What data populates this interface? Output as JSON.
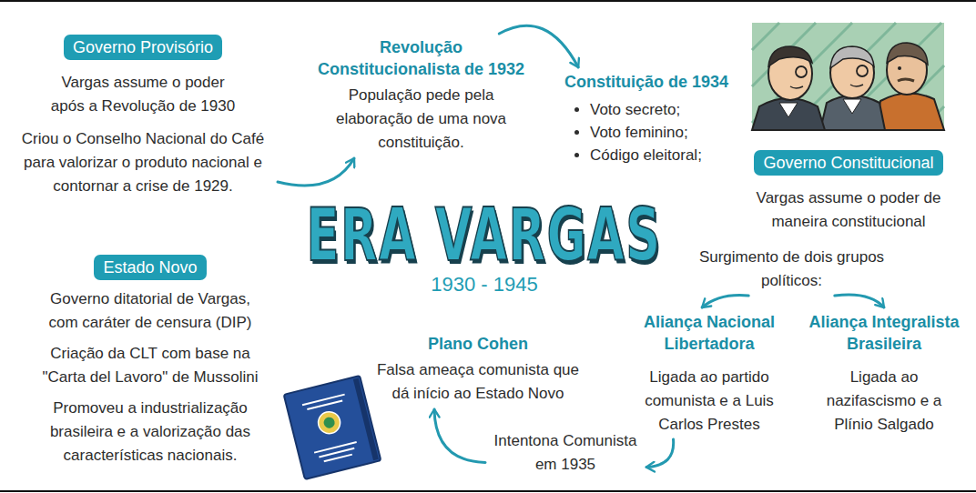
{
  "diagram": {
    "title": "ERA VARGAS",
    "nodes": [
      {
        "text": [
          "Governo Provisório",
          "Vargas assume o poder após a Revolução de 1930",
          "Criou o Conselho Nacional do Café para valorizar o produto nacional e contornar a crise de 1929."
        ]
      },
      {
        "text": [
          "Revolução Constitucionalista de 1932",
          "População pede pela elaboração de uma nova constituição."
        ]
      },
      {
        "text": [
          "Constituição de 1934",
          "Voto secreto;",
          "Voto feminino;",
          "Código eleitoral;"
        ]
      },
      {
        "text": [
          "Governo Constitucional",
          "Vargas assume o poder de maneira constitucional"
        ]
      },
      {
        "text": [
          "Surgimento de dois grupos políticos:"
        ]
      },
      {
        "text": [
          "Aliança Nacional Libertadora",
          "Ligada ao partido comunista e a Luis Carlos Prestes"
        ]
      },
      {
        "text": [
          "Aliança Integralista Brasileira",
          "Ligada ao nazifascismo e a Plínio Salgado"
        ]
      },
      {
        "text": [
          "Intentona Comunista em 1935"
        ]
      },
      {
        "text": [
          "Plano Cohen",
          "Falsa ameaça comunista que dá início ao Estado Novo"
        ]
      },
      {
        "text": [
          "Estado Novo",
          "Governo ditatorial de Vargas, com caráter de censura (DIP)",
          "Criação da CLT com base na \"Carta del Lavoro\" de Mussolini",
          "Promoveu a industrialização brasileira e a valorização das características nacionais."
        ]
      }
    ],
    "edges": [
      {
        "from": 0,
        "to": 1,
        "arrow": "to"
      },
      {
        "from": 1,
        "to": 2,
        "arrow": "to"
      },
      {
        "from": 4,
        "to": 5,
        "arrow": "to"
      },
      {
        "from": 4,
        "to": 6,
        "arrow": "to"
      },
      {
        "from": 5,
        "to": 7,
        "arrow": "to"
      },
      {
        "from": 7,
        "to": 8,
        "arrow": "to"
      }
    ],
    "labels": [
      "1930 - 1945"
    ]
  }
}
